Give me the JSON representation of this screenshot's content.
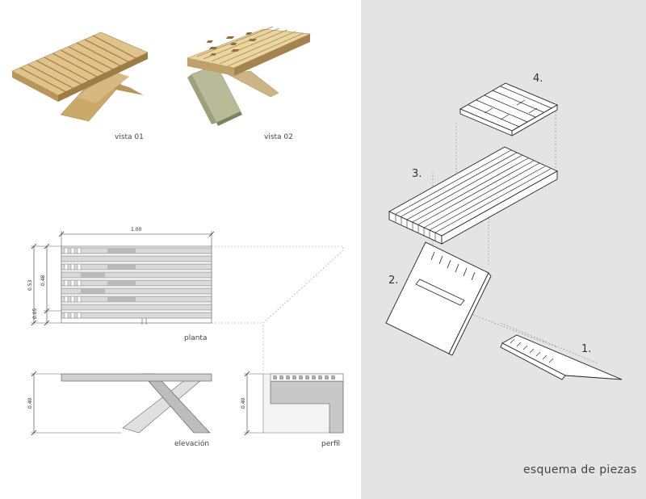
{
  "views": {
    "view1_label": "vista 01",
    "view2_label": "vista 02"
  },
  "drawings": {
    "plan_label": "planta",
    "elevation_label": "elevación",
    "profile_label": "perfil"
  },
  "dimensions": {
    "width": "1.00",
    "depth_total": "0.53",
    "depth_inner": "0.48",
    "offset": "0.05",
    "height_elevation": "0.40",
    "height_profile": "0.40"
  },
  "scheme": {
    "title": "esquema de piezas",
    "part1": "1.",
    "part2": "2.",
    "part3": "3.",
    "part4": "4."
  },
  "colors": {
    "wood_light": "#e8cf96",
    "wood_mid": "#c9a86a",
    "wood_dark": "#8a6a3c",
    "panel_bg": "#e4e4e4",
    "drawing_gray": "#cccccc"
  }
}
